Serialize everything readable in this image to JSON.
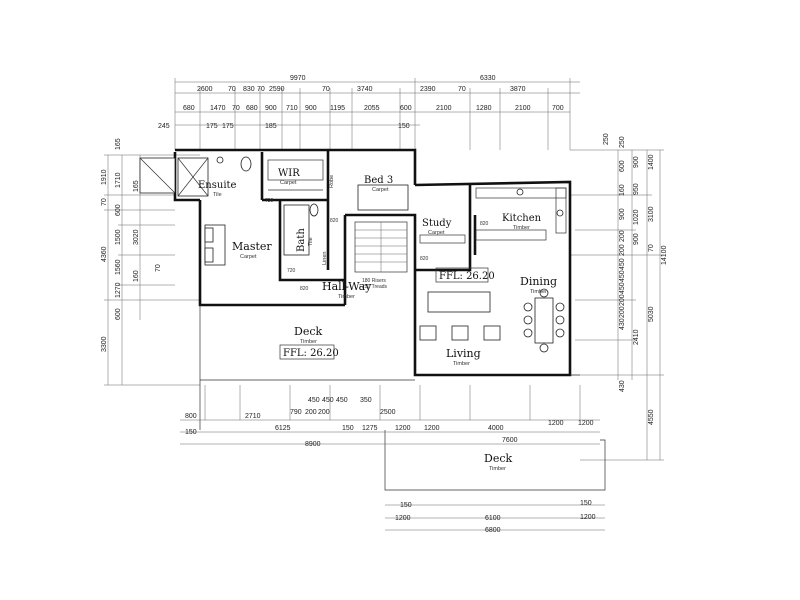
{
  "rooms": {
    "ensuite": {
      "name": "Ensuite",
      "finish": "Tile"
    },
    "wir": {
      "name": "WIR",
      "finish": "Carpet"
    },
    "bed3": {
      "name": "Bed 3",
      "finish": "Carpet"
    },
    "study": {
      "name": "Study",
      "finish": "Carpet"
    },
    "kitchen": {
      "name": "Kitchen",
      "finish": "Timber"
    },
    "master": {
      "name": "Master",
      "finish": "Carpet"
    },
    "bath": {
      "name": "Bath",
      "finish": "Tile"
    },
    "hallway": {
      "name": "Hall-Way",
      "finish": "Timber"
    },
    "dining": {
      "name": "Dining",
      "finish": "Timber"
    },
    "deck_upper": {
      "name": "Deck",
      "finish": "Timber"
    },
    "living": {
      "name": "Living",
      "finish": "Timber"
    },
    "deck_lower": {
      "name": "Deck",
      "finish": "Timber"
    }
  },
  "labels": {
    "robe": "Robe",
    "linen": "Linen",
    "stair_note_1": "180 Risers",
    "stair_note_2": "250 Treads",
    "ffl_upper": "FFL: 26.20",
    "ffl_deck": "FFL: 26.20"
  },
  "dims": {
    "top_overall_left": "9970",
    "top_overall_right": "6330",
    "top_row2": [
      "2600",
      "70",
      "830",
      "70",
      "2590",
      "70",
      "3740",
      "2390",
      "70",
      "3870"
    ],
    "top_row3": [
      "680",
      "1470",
      "70",
      "680",
      "900",
      "710",
      "900",
      "1195",
      "2055",
      "600",
      "2100",
      "1280",
      "2100",
      "700"
    ],
    "top_row4": [
      "245",
      "175",
      "175",
      "185",
      "150"
    ],
    "door_widths": [
      "720",
      "720",
      "820",
      "820",
      "820",
      "820"
    ],
    "left_outer": [
      "1910",
      "70",
      "4360",
      "3300"
    ],
    "left_mid": [
      "165",
      "1710",
      "600",
      "1500",
      "1560",
      "1270",
      "600"
    ],
    "left_inner": [
      "165",
      "3020",
      "160",
      "70"
    ],
    "right_outer": [
      "14100"
    ],
    "right_mid": [
      "1400",
      "3100",
      "70",
      "5030",
      "4550"
    ],
    "right_inner": [
      "250",
      "900",
      "950",
      "1020",
      "900",
      "2410",
      "430"
    ],
    "right_inner2": [
      "250",
      "600",
      "160",
      "900",
      "200",
      "200",
      "450",
      "450",
      "450",
      "200",
      "200",
      "430"
    ],
    "deck_row1": [
      "800",
      "2710",
      "790",
      "200",
      "200",
      "450",
      "450",
      "450",
      "350",
      "2500"
    ],
    "deck_row2": [
      "150",
      "6125",
      "150",
      "1275",
      "1200",
      "1200",
      "4000",
      "1200",
      "1200"
    ],
    "deck_row3": [
      "8900",
      "7600"
    ],
    "lower_row1": [
      "150",
      "150"
    ],
    "lower_row2": [
      "1200",
      "6100",
      "1200"
    ],
    "lower_row3": [
      "6800"
    ]
  }
}
